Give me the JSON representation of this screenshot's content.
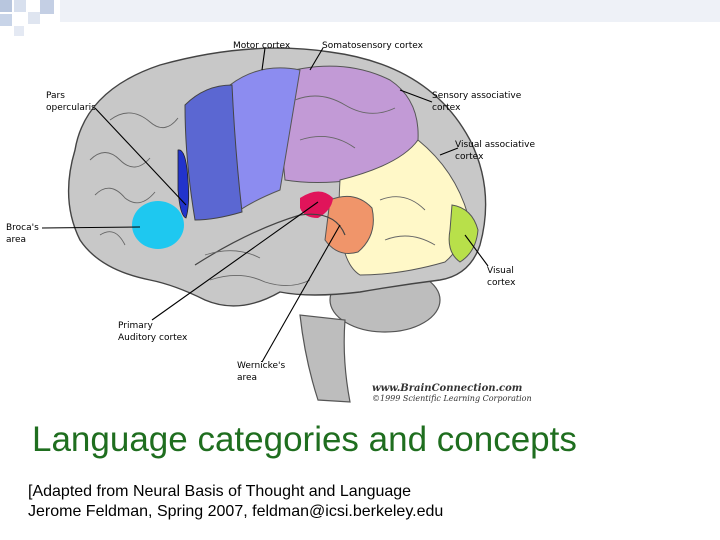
{
  "labels": {
    "motor": "Motor cortex",
    "somatosensory": "Somatosensory cortex",
    "pars": "Pars\nopercularis",
    "sensory_assoc": "Sensory associative\ncortex",
    "visual_assoc": "Visual associative\ncortex",
    "broca": "Broca's\narea",
    "visual": "Visual\ncortex",
    "auditory": "Primary\nAuditory cortex",
    "wernicke": "Wernicke's\narea"
  },
  "credit": {
    "site": "www.BrainConnection.com",
    "copyright": "©1999 Scientific Learning Corporation"
  },
  "title": "Language categories and concepts",
  "subtitle": {
    "line1": "[Adapted from Neural Basis of Thought and Language",
    "line2": "Jerome Feldman, Spring 2007, feldman@icsi.berkeley.edu"
  },
  "colors": {
    "motor": "#5b67d2",
    "somatosensory": "#8c8cf0",
    "sensory_assoc": "#c29ad6",
    "visual_assoc": "#fff8c8",
    "visual": "#b8e04a",
    "broca": "#1ec8f0",
    "wernicke": "#f0956a",
    "auditory": "#e0145a",
    "brain": "#c8c8c8",
    "title": "#1f6e1f"
  }
}
